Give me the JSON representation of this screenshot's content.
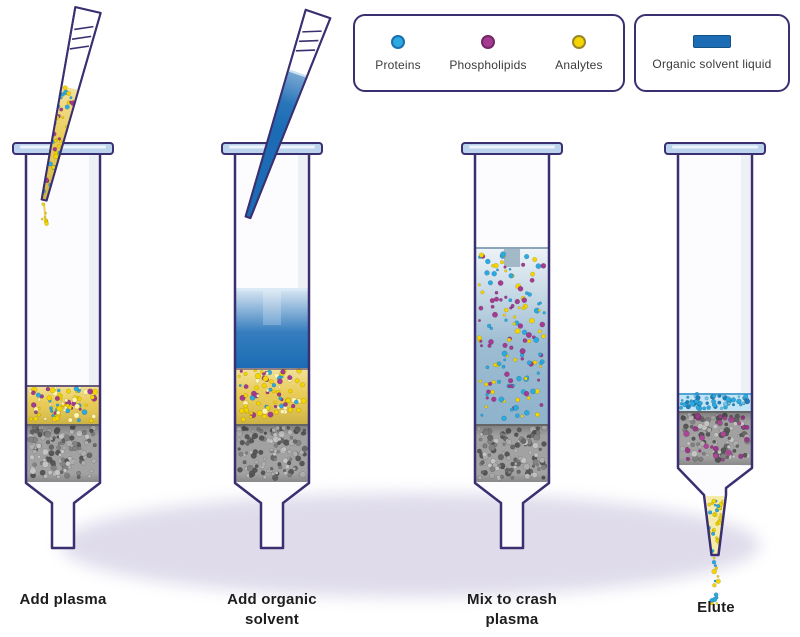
{
  "legend": {
    "particles": [
      {
        "label": "Proteins"
      },
      {
        "label": "Phospholipids"
      },
      {
        "label": "Analytes"
      }
    ],
    "solvent_label": "Organic solvent liquid"
  },
  "steps": [
    {
      "label": "Add plasma"
    },
    {
      "label": "Add organic solvent"
    },
    {
      "label": "Mix to crash plasma"
    },
    {
      "label": "Elute"
    }
  ],
  "colors": {
    "outline": "#3A2F70",
    "flange": "#BCD3EE",
    "proteins": "#2BA9E0",
    "proteins_ring": "#1A6FB0",
    "phospholipids": "#A43B91",
    "phospholipids_ring": "#732866",
    "analytes": "#F4D500",
    "analytes_ring": "#98862B",
    "organic_solvent": "#1B6CB5",
    "plasma_layer": "#E8C94E",
    "mixed_liquid": "#8FB3CC",
    "frit_gray": "#ABABAB",
    "protein_layer": "#C3E4F5",
    "eluate": "#F5ECA9",
    "shadow": "#DCD8E9"
  }
}
